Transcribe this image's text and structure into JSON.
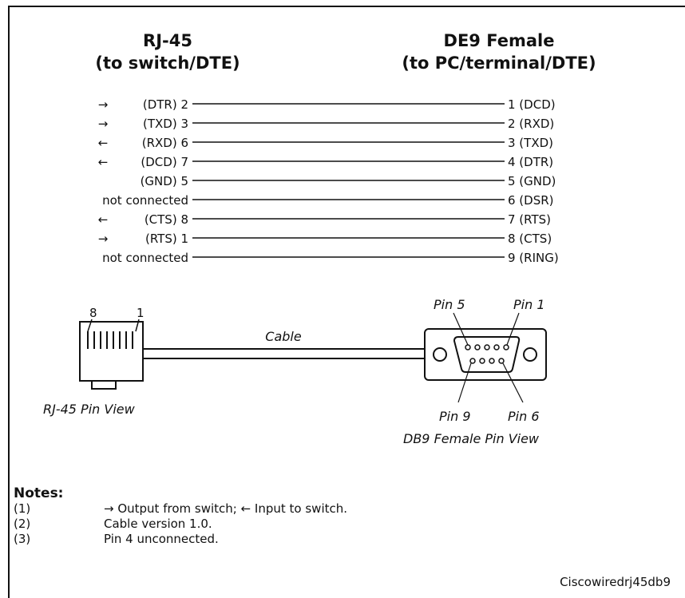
{
  "header": {
    "left_title": "RJ-45",
    "left_subtitle": "(to switch/DTE)",
    "right_title": "DE9 Female",
    "right_subtitle": "(to PC/terminal/DTE)"
  },
  "connections": [
    {
      "dir": "→",
      "left": "(DTR)  2",
      "right": "1 (DCD)"
    },
    {
      "dir": "→",
      "left": "(TXD)  3",
      "right": "2 (RXD)"
    },
    {
      "dir": "←",
      "left": "(RXD)  6",
      "right": "3 (TXD)"
    },
    {
      "dir": "←",
      "left": "(DCD)  7",
      "right": "4 (DTR)"
    },
    {
      "dir": "",
      "left": "(GND) 5",
      "right": "5 (GND)"
    },
    {
      "dir": "",
      "left": "not connected",
      "right": "6 (DSR)"
    },
    {
      "dir": "←",
      "left": "(CTS)  8",
      "right": "7 (RTS)"
    },
    {
      "dir": "→",
      "left": "(RTS)  1",
      "right": "8 (CTS)"
    },
    {
      "dir": "",
      "left": "not connected",
      "right": "9 (RING)"
    }
  ],
  "figure": {
    "rj45_pin_8": "8",
    "rj45_pin_1": "1",
    "cable_label": "Cable",
    "rj45_caption": "RJ-45 Pin View",
    "db9_pin5": "Pin 5",
    "db9_pin1": "Pin 1",
    "db9_pin9": "Pin 9",
    "db9_pin6": "Pin 6",
    "db9_caption": "DB9 Female Pin View"
  },
  "notes": {
    "title": "Notes:",
    "items": [
      {
        "num": "(1)",
        "text": "→ Output from switch; ← Input to switch."
      },
      {
        "num": "(2)",
        "text": "Cable version 1.0."
      },
      {
        "num": "(3)",
        "text": "Pin 4 unconnected."
      }
    ]
  },
  "footer": "Ciscowiredrj45db9"
}
